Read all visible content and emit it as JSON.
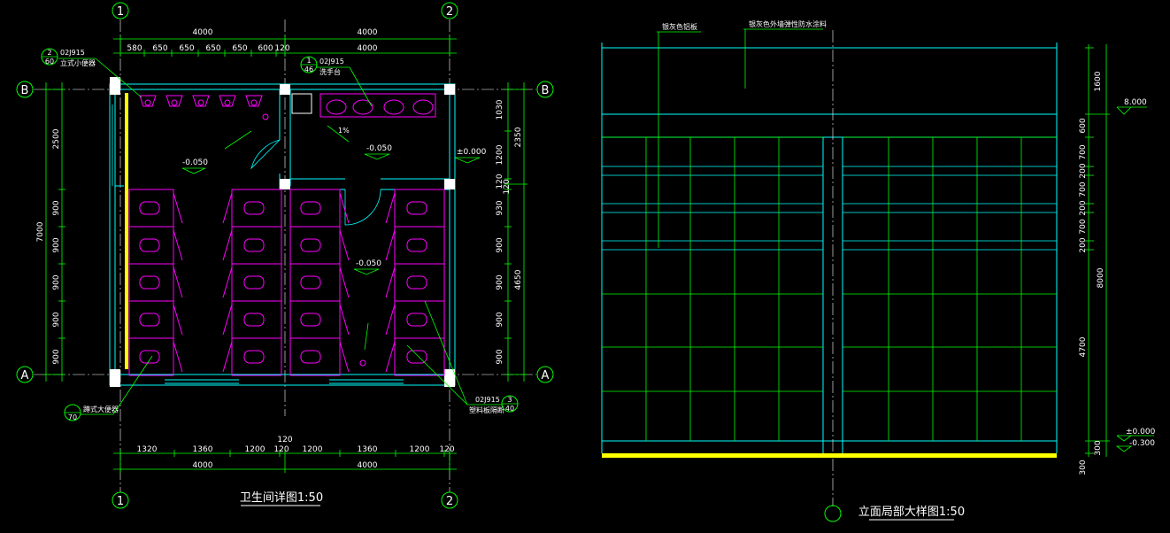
{
  "colors": {
    "background": "#000000",
    "wall": "#00ffff",
    "dimension": "#00ff00",
    "text": "#ffffff",
    "fixture": "#ff00ff",
    "highlight": "#ffff00",
    "column": "#ffffff"
  },
  "plan": {
    "title": "卫生间详图1:50",
    "axes": {
      "col_1": "1",
      "col_2": "2",
      "row_a": "A",
      "row_b": "B"
    },
    "top_dims_total": [
      "4000",
      "4000"
    ],
    "top_dims_parts_left": [
      "580",
      "650",
      "650",
      "650",
      "650",
      "600",
      "120"
    ],
    "top_dims_parts_right": [
      "4000"
    ],
    "bottom_dims_parts": [
      "1320",
      "1360",
      "1200",
      "120",
      "1200",
      "1360",
      "1200",
      "120"
    ],
    "bottom_mid_dim": "120",
    "bottom_dims_total": [
      "4000",
      "4000"
    ],
    "left_dims_total": "7000",
    "left_dims_parts": [
      "2500",
      "900",
      "900",
      "900",
      "900",
      "900"
    ],
    "right_dims_total_upper": "2350",
    "right_dims_total_lower": "4650",
    "right_dims_parts": [
      "1030",
      "1200",
      "120",
      "120",
      "930",
      "900",
      "900",
      "900",
      "900"
    ],
    "levels": {
      "upper_left": "-0.050",
      "upper_right": "-0.050",
      "center": "-0.050",
      "right_zero": "±0.000",
      "slope": "1%"
    },
    "callouts": {
      "urinal_ref": "02J915",
      "urinal_name": "立式小便器",
      "urinal_bubble_top": "2",
      "urinal_bubble_bottom": "60",
      "basin_ref": "02J915",
      "basin_name": "洗手台",
      "basin_bubble_top": "1",
      "basin_bubble_bottom": "46",
      "squat_name": "蹲式大便器",
      "squat_bubble_top": "",
      "squat_bubble_bottom": "70",
      "partition_ref": "02J915",
      "partition_name": "塑料板隔断",
      "partition_bubble_top": "3",
      "partition_bubble_bottom": "40"
    }
  },
  "elevation": {
    "title": "立面局部大样图1:50",
    "axis_label": "",
    "notes": [
      "银灰色铝板",
      "银灰色外墙弹性防水涂料"
    ],
    "right_dims": [
      "1600",
      "600",
      "700",
      "200",
      "700",
      "200",
      "700",
      "200",
      "4700",
      "300",
      "300"
    ],
    "right_total": "8000",
    "levels": [
      "8.000",
      "±0.000",
      "-0.300"
    ]
  }
}
